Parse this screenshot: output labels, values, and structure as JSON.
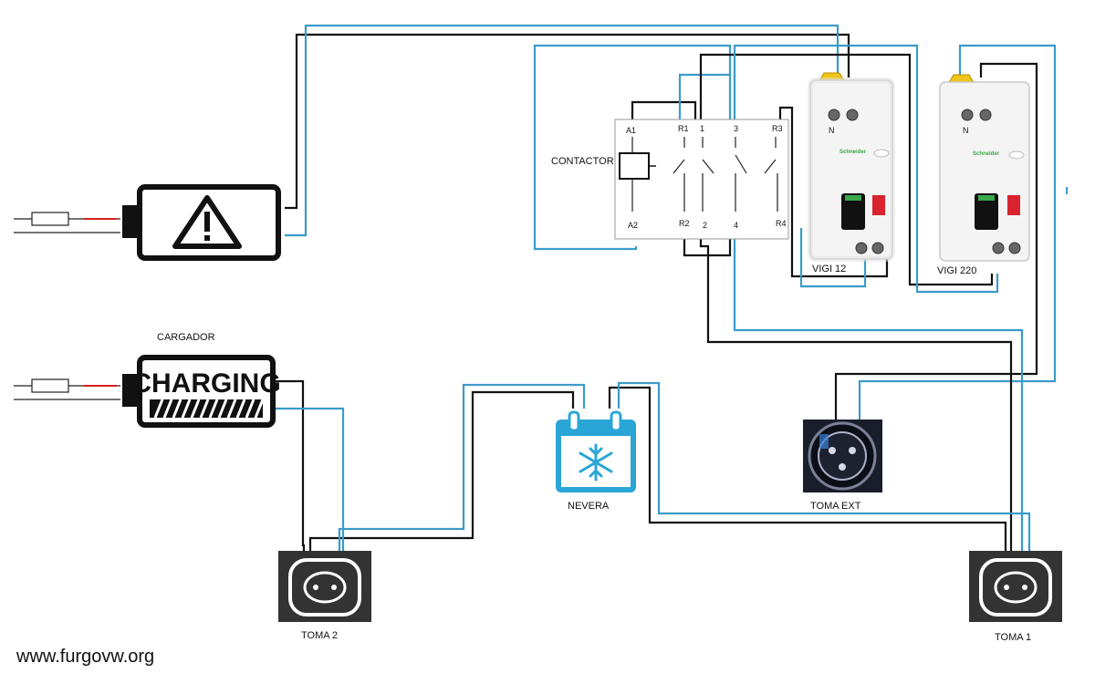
{
  "labels": {
    "contactor": "CONTACTOR",
    "vigi12": "VIGI 12",
    "vigi220": "VIGI 220",
    "cargador": "CARGADOR",
    "charging": "CHARGING",
    "nevera": "NEVERA",
    "toma_ext": "TOMA EXT",
    "toma2": "TOMA 2",
    "toma1": "TOMA 1",
    "website": "www.furgovw.org",
    "breaker_brand": "Schneider"
  },
  "contactor_terminals": {
    "top": [
      "A1",
      "R1",
      "1",
      "3",
      "R3"
    ],
    "bottom": [
      "A2",
      "R2",
      "2",
      "4",
      "R4"
    ]
  },
  "breaker_terminal": "N",
  "colors": {
    "wire_live": "#111111",
    "wire_neutral": "#3a9cc9",
    "breaker_clip": "#f0c419",
    "breaker_red": "#d9232e",
    "breaker_green": "#3aa84a",
    "fridge_blue": "#2aa6d6",
    "fuse_red": "#d32020"
  },
  "icons": [
    "warning-icon",
    "snowflake-icon",
    "socket-icon",
    "plug-socket-icon"
  ]
}
